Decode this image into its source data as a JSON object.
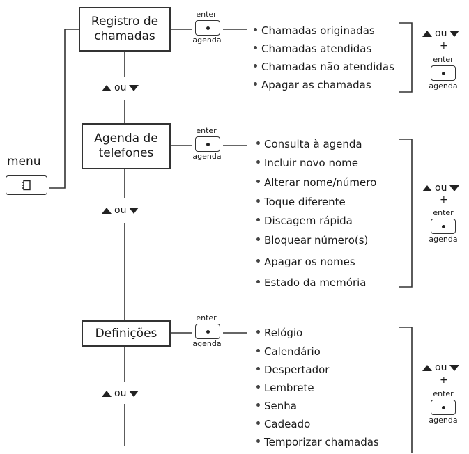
{
  "menu": {
    "label": "menu",
    "icon": "phonebook-icon"
  },
  "keys": {
    "enter": "enter",
    "agenda": "agenda"
  },
  "nav": {
    "or": "ou",
    "plus": "+"
  },
  "sections": [
    {
      "title": [
        "Registro de",
        "chamadas"
      ],
      "items": [
        "Chamadas originadas",
        "Chamadas atendidas",
        "Chamadas não atendidas",
        "Apagar as chamadas"
      ]
    },
    {
      "title": [
        "Agenda de",
        "telefones"
      ],
      "items": [
        "Consulta à agenda",
        "Incluir novo nome",
        "Alterar nome/número",
        "Toque diferente",
        "Discagem rápida",
        "Bloquear número(s)",
        "Apagar os nomes",
        "Estado da memória"
      ]
    },
    {
      "title": [
        "Definições"
      ],
      "items": [
        "Relógio",
        "Calendário",
        "Despertador",
        "Lembrete",
        "Senha",
        "Cadeado",
        "Temporizar chamadas"
      ]
    }
  ]
}
